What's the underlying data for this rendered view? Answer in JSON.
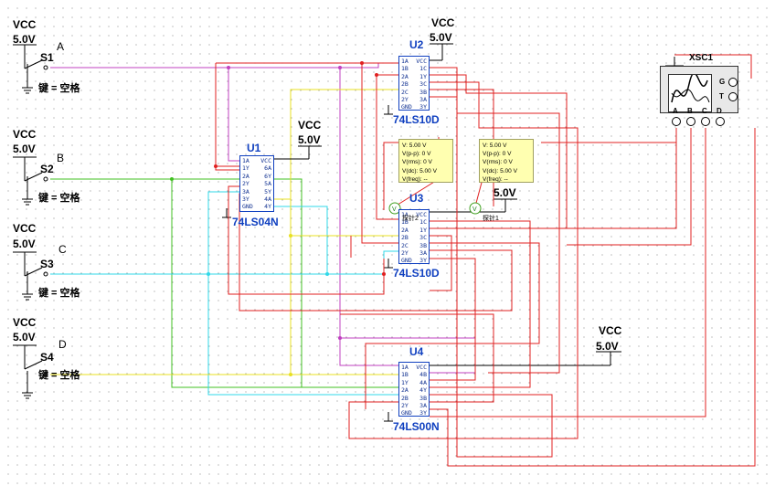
{
  "switches": [
    {
      "vcc": "VCC",
      "volt": "5.0V",
      "name": "S1",
      "letter": "A",
      "key": "键 = 空格"
    },
    {
      "vcc": "VCC",
      "volt": "5.0V",
      "name": "S2",
      "letter": "B",
      "key": "键 = 空格"
    },
    {
      "vcc": "VCC",
      "volt": "5.0V",
      "name": "S3",
      "letter": "C",
      "key": "键 = 空格"
    },
    {
      "vcc": "VCC",
      "volt": "5.0V",
      "name": "S4",
      "letter": "D",
      "key": "键 = 空格"
    }
  ],
  "supplies": [
    {
      "vcc": "VCC",
      "volt": "5.0V"
    },
    {
      "vcc": "VCC",
      "volt": "5.0V"
    },
    {
      "vcc": "VCC",
      "volt": "5.0V"
    },
    {
      "volt": "5.0V"
    }
  ],
  "chips": [
    {
      "ref": "U1",
      "part": "74LS04N",
      "pins": [
        [
          "1A",
          "VCC"
        ],
        [
          "1Y",
          "6A"
        ],
        [
          "2A",
          "6Y"
        ],
        [
          "2Y",
          "5A"
        ],
        [
          "3A",
          "5Y"
        ],
        [
          "3Y",
          "4A"
        ],
        [
          "GND",
          "4Y"
        ]
      ]
    },
    {
      "ref": "U2",
      "part": "74LS10D",
      "pins": [
        [
          "1A",
          "VCC"
        ],
        [
          "1B",
          "1C"
        ],
        [
          "2A",
          "1Y"
        ],
        [
          "2B",
          "3C"
        ],
        [
          "2C",
          "3B"
        ],
        [
          "2Y",
          "3A"
        ],
        [
          "GND",
          "3Y"
        ]
      ]
    },
    {
      "ref": "U3",
      "part": "74LS10D",
      "pins": [
        [
          "1A",
          "VCC"
        ],
        [
          "1B",
          "1C"
        ],
        [
          "2A",
          "1Y"
        ],
        [
          "2B",
          "3C"
        ],
        [
          "2C",
          "3B"
        ],
        [
          "2Y",
          "3A"
        ],
        [
          "GND",
          "3Y"
        ]
      ]
    },
    {
      "ref": "U4",
      "part": "74LS00N",
      "pins": [
        [
          "1A",
          "VCC"
        ],
        [
          "1B",
          "4B"
        ],
        [
          "1Y",
          "4A"
        ],
        [
          "2A",
          "4Y"
        ],
        [
          "2B",
          "3B"
        ],
        [
          "2Y",
          "3A"
        ],
        [
          "GND",
          "3Y"
        ]
      ]
    }
  ],
  "probes": [
    {
      "label": "探针2",
      "lines": [
        "V: 5.00 V",
        "V(p-p): 0 V",
        "V(rms): 0 V",
        "V(dc): 5.00 V",
        "V(freq): --"
      ]
    },
    {
      "label": "探针1",
      "lines": [
        "V: 5.00 V",
        "V(p-p): 0 V",
        "V(rms): 0 V",
        "V(dc): 5.00 V",
        "V(freq): --"
      ]
    }
  ],
  "scope": {
    "ref": "XSC1",
    "channels": [
      "A",
      "B",
      "C",
      "D"
    ],
    "side": [
      "G",
      "T"
    ]
  },
  "colors": {
    "red": "#e02020",
    "magenta": "#c040c0",
    "yellow": "#e8e020",
    "cyan": "#30d8e8",
    "green": "#40c020",
    "black": "#000000",
    "blue": "#1040c0"
  }
}
